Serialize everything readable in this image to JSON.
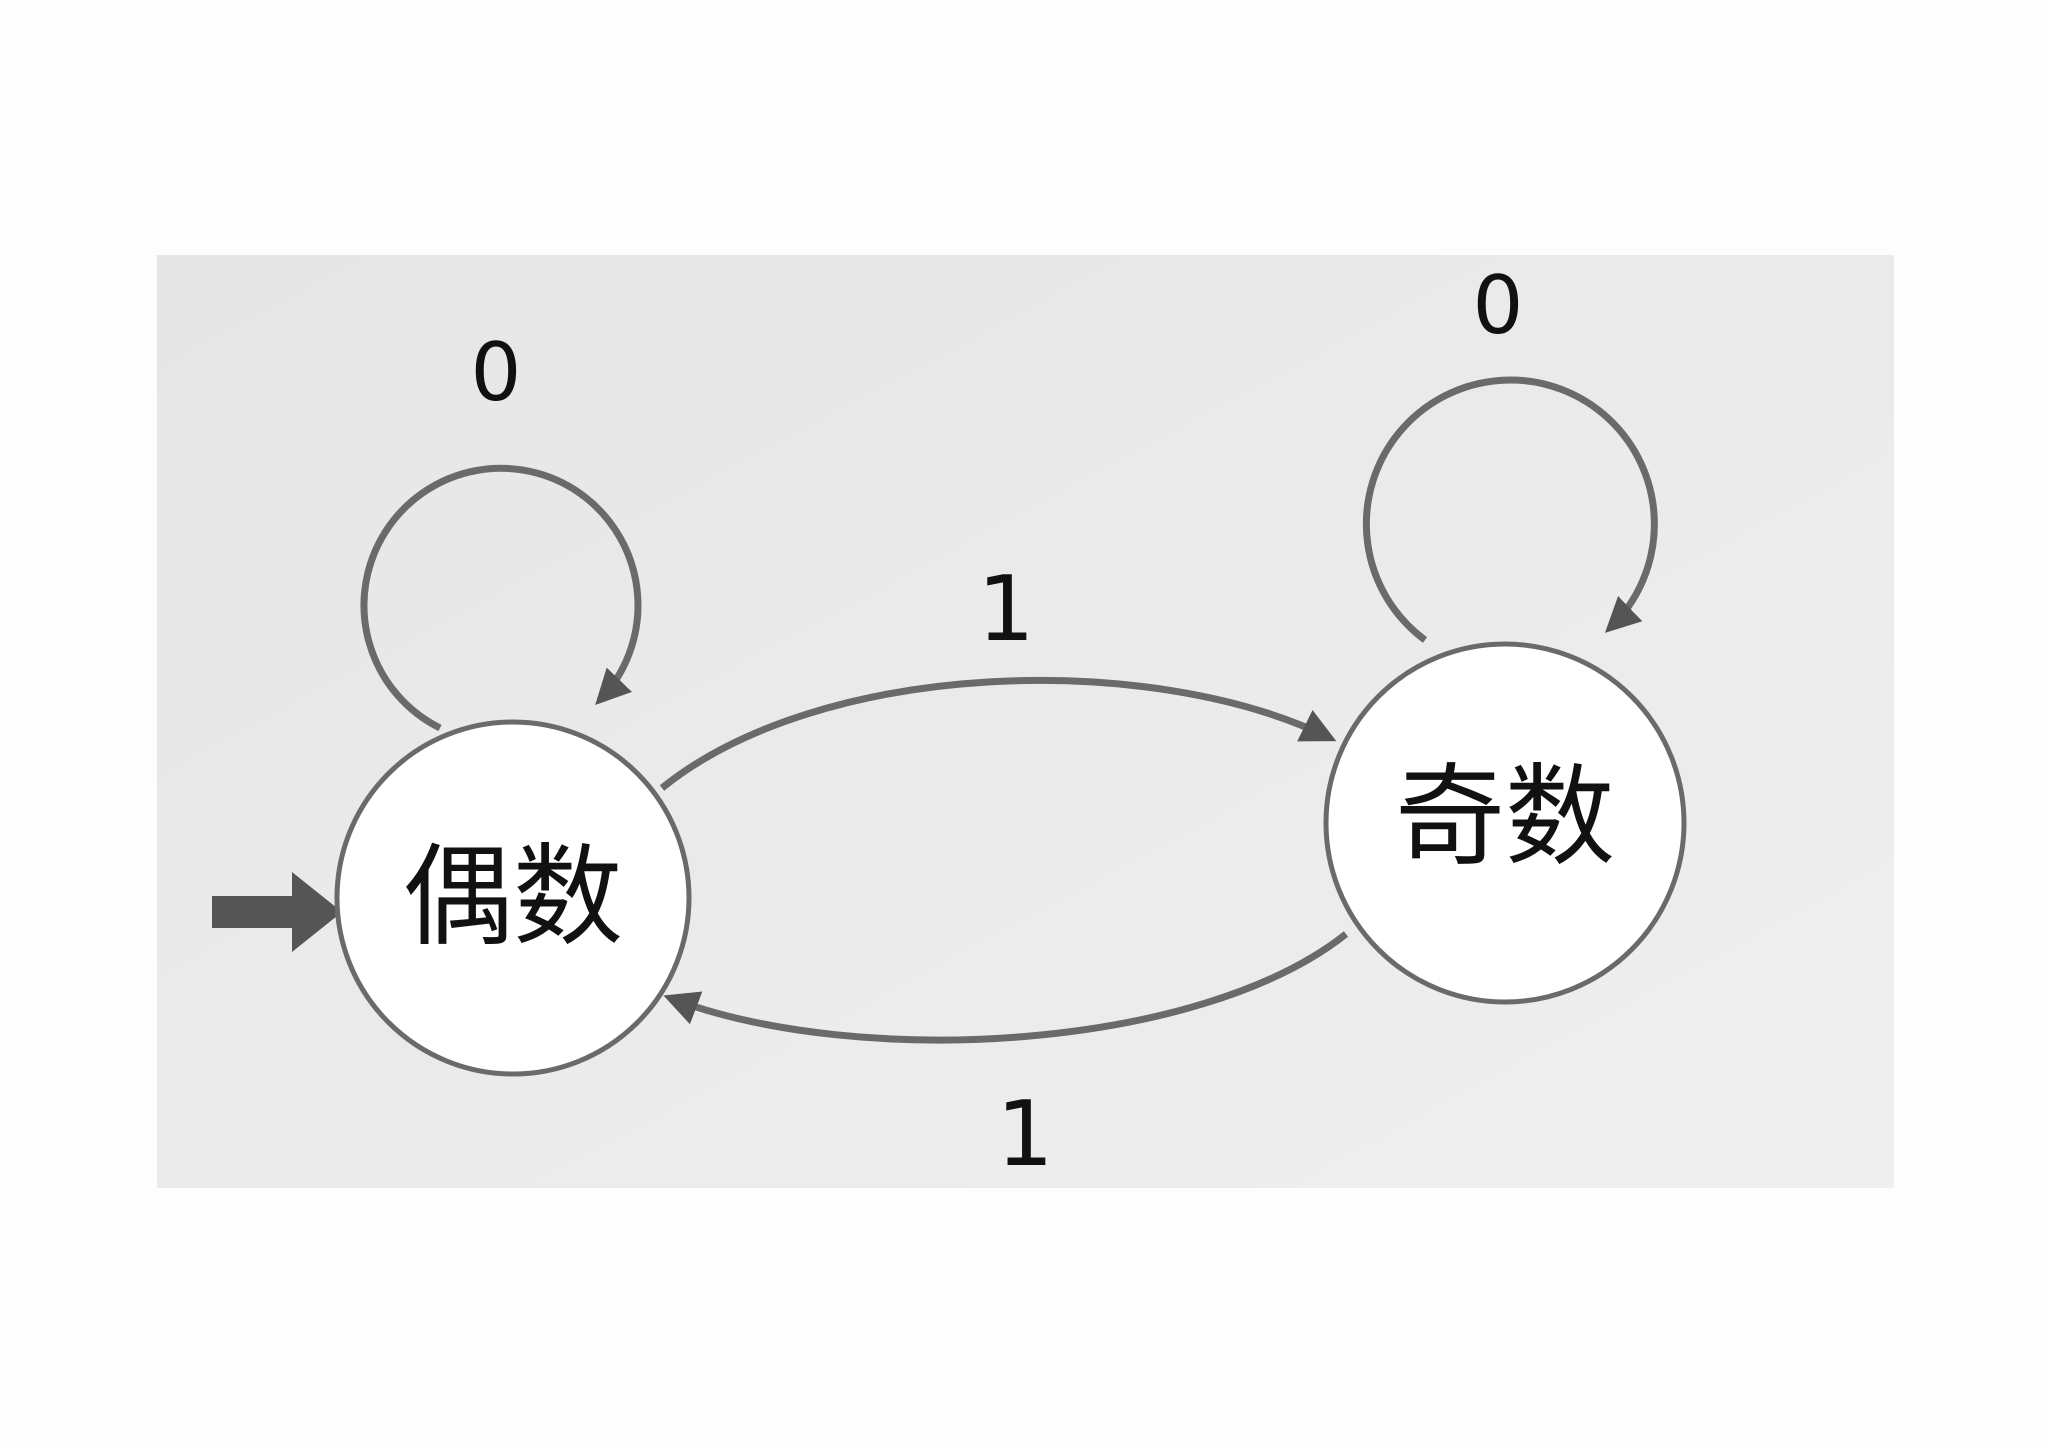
{
  "diagram": {
    "type": "finite-state-machine",
    "start_state": "even",
    "states": [
      {
        "id": "even",
        "label": "偶数"
      },
      {
        "id": "odd",
        "label": "奇数"
      }
    ],
    "transitions": [
      {
        "from": "even",
        "to": "even",
        "label": "0"
      },
      {
        "from": "odd",
        "to": "odd",
        "label": "0"
      },
      {
        "from": "even",
        "to": "odd",
        "label": "1"
      },
      {
        "from": "odd",
        "to": "even",
        "label": "1"
      }
    ]
  },
  "colors": {
    "paper": "#ececec",
    "edge": "#6a6a6a",
    "arrowhead": "#555555",
    "ink": "#111111"
  }
}
